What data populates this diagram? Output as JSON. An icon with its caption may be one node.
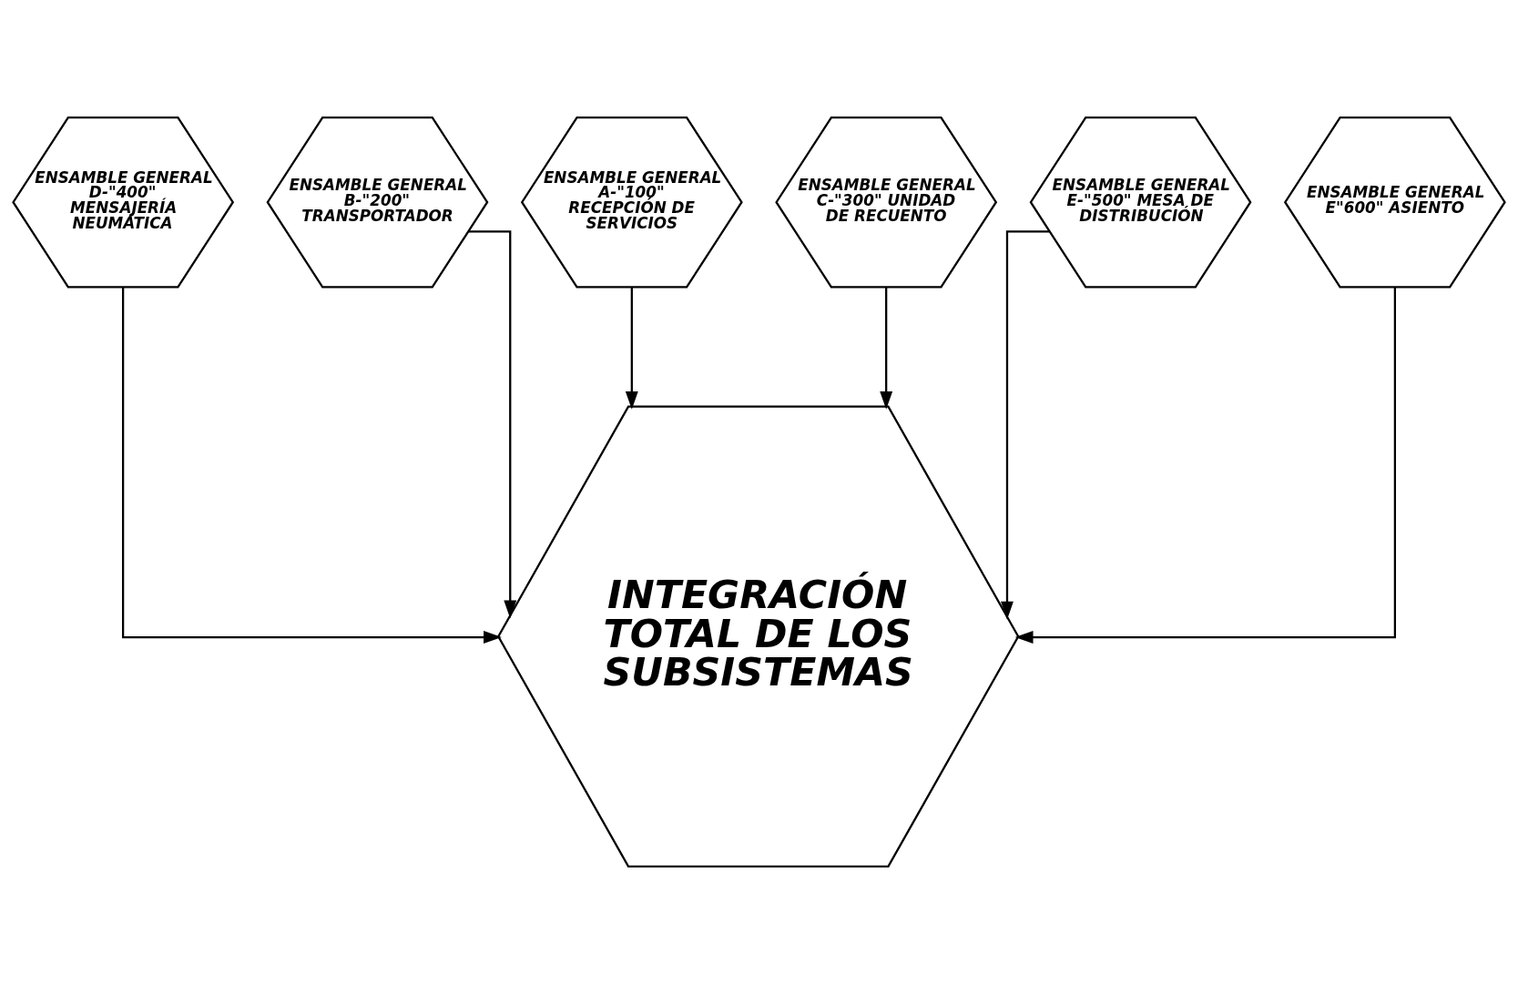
{
  "diagram": {
    "nodes": [
      {
        "text": [
          "ENSAMBLE GENERAL A-\"100\" RECEPCIÓN DE SERVICIOS"
        ]
      },
      {
        "text": [
          "ENSAMBLE GENERAL C-\"300\" UNIDAD DE RECUENTO"
        ]
      },
      {
        "text": [
          "ENSAMBLE GENERAL B-\"200\" TRANSPORTADOR"
        ]
      },
      {
        "text": [
          "ENSAMBLE GENERAL E-\"500\" MESA DE DISTRIBUCIÓN"
        ]
      },
      {
        "text": [
          "ENSAMBLE GENERAL D-\"400\" MENSAJERÍA NEUMÁTICA"
        ]
      },
      {
        "text": [
          "ENSAMBLE GENERAL E\"600\" ASIENTO"
        ]
      },
      {
        "text": [
          "INTEGRACIÓN TOTAL DE LOS SUBSISTEMAS"
        ]
      }
    ],
    "edges": [
      {
        "from": 0,
        "to": 6,
        "arrow": "to"
      },
      {
        "from": 1,
        "to": 6,
        "arrow": "to"
      },
      {
        "from": 2,
        "to": 6,
        "arrow": "to"
      },
      {
        "from": 3,
        "to": 6,
        "arrow": "to"
      },
      {
        "from": 4,
        "to": 6,
        "arrow": "to"
      },
      {
        "from": 5,
        "to": 6,
        "arrow": "to"
      }
    ]
  }
}
